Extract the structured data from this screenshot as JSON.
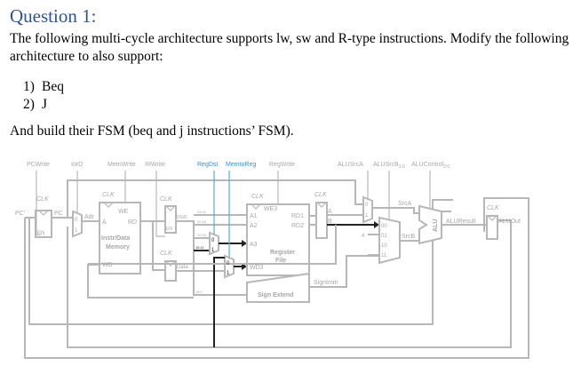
{
  "question": {
    "title": "Question 1:",
    "intro": "The following multi-cycle architecture supports lw, sw and R-type instructions. Modify the following architecture to also support:",
    "items": [
      {
        "num": "1)",
        "label": "Beq"
      },
      {
        "num": "2)",
        "label": "J"
      }
    ],
    "outro": "And build their FSM (beq and j instructions’ FSM)."
  },
  "diagram": {
    "control_signals": {
      "pcwrite": "PCWrite",
      "iord": "IorD",
      "memwrite": "MemWrite",
      "irwrite": "IRWrite",
      "regdst": "RegDst",
      "memtoreg": "MemtoReg",
      "regwrite": "RegWrite",
      "alusrca": "ALUSrcA",
      "alusrcb": "ALUSrcB",
      "alusrcb_sub": "1:0",
      "alucontrol": "ALUControl",
      "alucontrol_sub": "2:0"
    },
    "clk": "CLK",
    "pc": {
      "in": "PC'",
      "out": "PC",
      "en": "EN"
    },
    "iord_mux": {
      "in0": "0",
      "in1": "1",
      "out": "Adr"
    },
    "memory": {
      "title1": "Instr/Data",
      "title2": "Memory",
      "we": "WE",
      "a": "A",
      "rd": "RD",
      "wd": "WD"
    },
    "instr_reg": {
      "out": "Instr",
      "en": "EN"
    },
    "data_reg": {
      "out": "Data"
    },
    "bit_fields": {
      "rs": "25:21",
      "rt": "20:16",
      "rt2": "20:16",
      "rd": "15:11",
      "imm": "15:0"
    },
    "regdst_mux": {
      "in0": "0",
      "in1": "1"
    },
    "memtoreg_mux": {
      "in0": "0",
      "in1": "1"
    },
    "regfile": {
      "title1": "Register",
      "title2": "File",
      "we3": "WE3",
      "a1": "A1",
      "a2": "A2",
      "a3": "A3",
      "wd3": "WD3",
      "rd1": "RD1",
      "rd2": "RD2"
    },
    "ab_reg": {
      "a": "A",
      "b": "B"
    },
    "srca_mux": {
      "in0": "0",
      "in1": "1",
      "out": "SrcA"
    },
    "srcb_mux": {
      "in00": "00",
      "in01": "01",
      "in10": "10",
      "in11": "11",
      "const4": "4",
      "out": "SrcB"
    },
    "alu": {
      "label": "ALU",
      "result": "ALUResult"
    },
    "aluout_reg": {
      "out": "ALUOut"
    },
    "sign_extend": {
      "label": "Sign Extend",
      "out": "SignImm"
    }
  }
}
